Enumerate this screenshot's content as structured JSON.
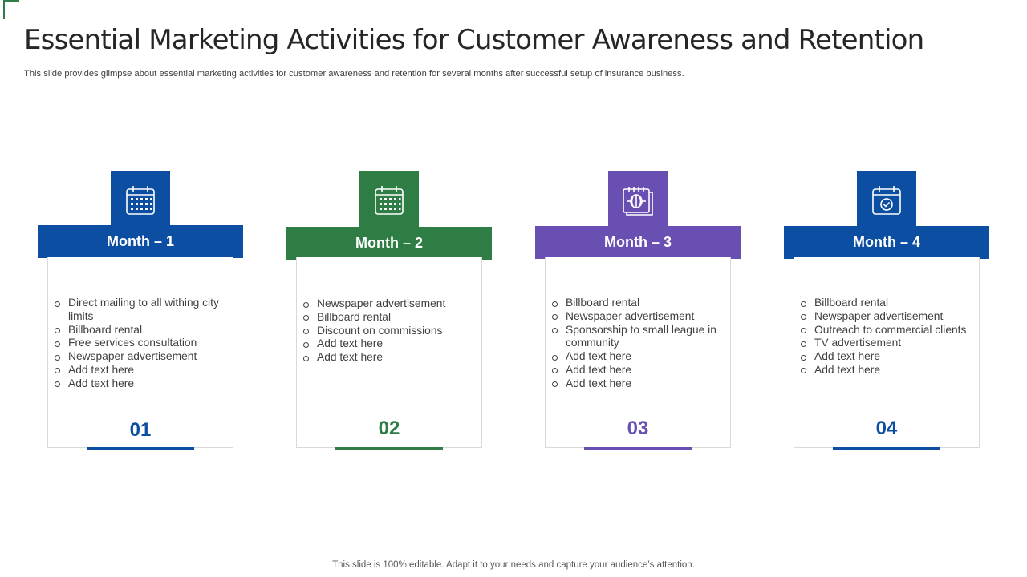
{
  "title": "Essential Marketing Activities for Customer Awareness and Retention",
  "subtitle": "This slide provides glimpse about essential marketing activities for customer awareness and retention for several months after successful setup of insurance business.",
  "footer": "This slide is 100% editable. Adapt it to your needs and capture your audience’s attention.",
  "colors": {
    "blue": "#0b4ea2",
    "green": "#2e7d44",
    "purple": "#6a4fb3"
  },
  "cards": [
    {
      "month": "Month – 1",
      "number": "01",
      "icon": "calendar-icon",
      "color": "#0b4ea2",
      "items": [
        "Direct mailing to all withing city limits",
        "Billboard rental",
        "Free services consultation",
        "Newspaper advertisement",
        "Add text here",
        "Add text here"
      ]
    },
    {
      "month": "Month – 2",
      "number": "02",
      "icon": "calendar-icon",
      "color": "#2e7d44",
      "items": [
        "Newspaper advertisement",
        "Billboard rental",
        "Discount on commissions",
        "Add text here",
        "Add text here"
      ]
    },
    {
      "month": "Month – 3",
      "number": "03",
      "icon": "planner-calendar-icon",
      "color": "#6a4fb3",
      "items": [
        "Billboard rental",
        "Newspaper advertisement",
        "Sponsorship to small league in community",
        "Add text here",
        "Add text here",
        "Add text here"
      ]
    },
    {
      "month": "Month – 4",
      "number": "04",
      "icon": "calendar-check-icon",
      "color": "#0b4ea2",
      "items": [
        "Billboard rental",
        "Newspaper advertisement",
        "Outreach to commercial clients",
        "TV advertisement",
        "Add text here",
        "Add text here"
      ]
    }
  ]
}
